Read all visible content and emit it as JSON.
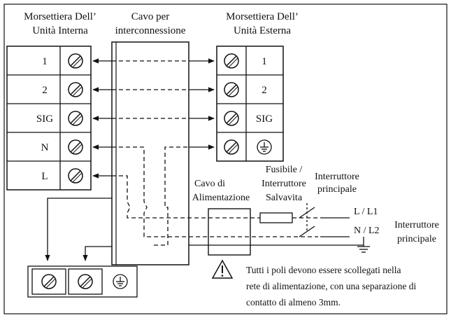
{
  "headers": {
    "indoor_line1": "Morsettiera Dell’",
    "indoor_line2": "Unità Interna",
    "cable_line1": "Cavo per",
    "cable_line2": "interconnessione",
    "outdoor_line1": "Morsettiera Dell’",
    "outdoor_line2": "Unità Esterna"
  },
  "indoor_terminals": [
    "1",
    "2",
    "SIG",
    "N",
    "L"
  ],
  "outdoor_terminals": [
    "1",
    "2",
    "SIG"
  ],
  "power": {
    "cable_line1": "Cavo di",
    "cable_line2": "Alimentazione",
    "fuse_line1": "Fusibile /",
    "fuse_line2": "Interruttore",
    "fuse_line3": "Salvavita",
    "switch_top_line1": "Interruttore",
    "switch_top_line2": "principale",
    "switch_right_line1": "Interruttore",
    "switch_right_line2": "principale",
    "l_label": "L / L1",
    "n_label": "N / L2"
  },
  "warning": {
    "line1": "Tutti i poli devono essere scollegati nella",
    "line2": "rete di alimentazione, con una separazione di",
    "line3": "contatto di almeno 3mm."
  },
  "icons": {
    "screw": "screw-terminal-icon",
    "ground": "ground-symbol-icon",
    "warning": "warning-triangle-icon"
  }
}
